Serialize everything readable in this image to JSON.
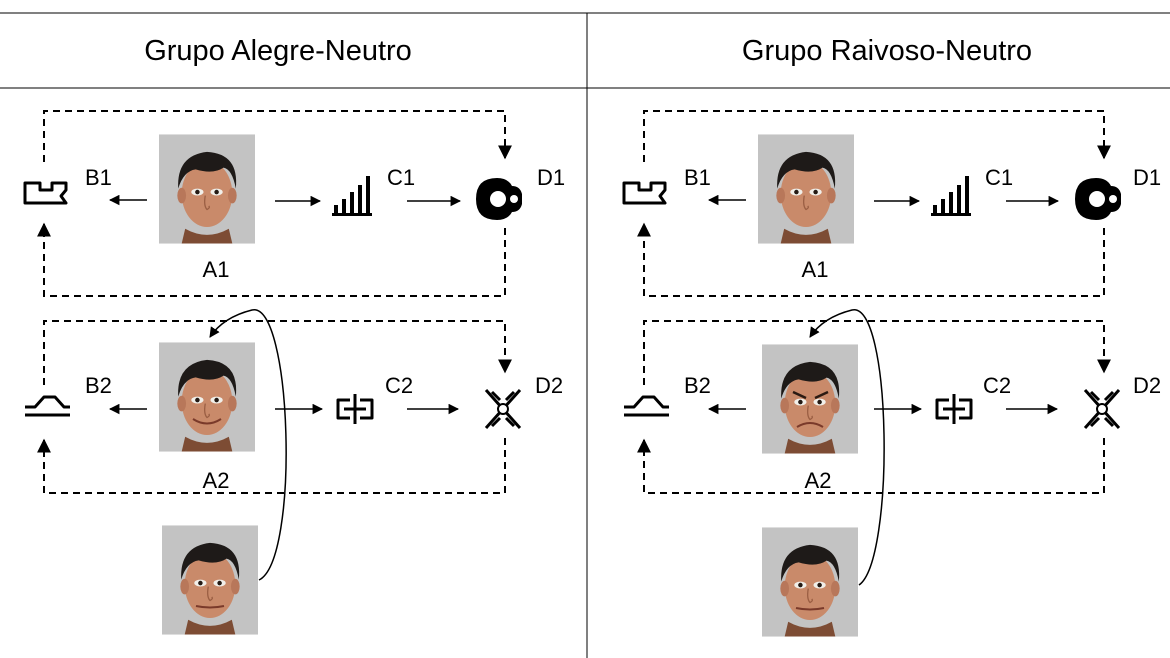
{
  "header": {
    "left_title": "Grupo Alegre-Neutro",
    "right_title": "Grupo Raivoso-Neutro"
  },
  "panels": [
    {
      "stimuli": {
        "A1": "A1",
        "B1": "B1",
        "C1": "C1",
        "D1": "D1",
        "A2": "A2",
        "B2": "B2",
        "C2": "C2",
        "D2": "D2"
      },
      "faces": {
        "A1": "neutral-face",
        "A2": "happy-face",
        "probe": "neutral-face"
      }
    },
    {
      "stimuli": {
        "A1": "A1",
        "B1": "B1",
        "C1": "C1",
        "D1": "D1",
        "A2": "A2",
        "B2": "B2",
        "C2": "C2",
        "D2": "D2"
      },
      "faces": {
        "A1": "neutral-face",
        "A2": "angry-face",
        "probe": "neutral-face"
      }
    }
  ],
  "colors": {
    "photo_background": "#c3c3c3",
    "skin": "#c98a6a",
    "hair": "#1e1a18"
  }
}
